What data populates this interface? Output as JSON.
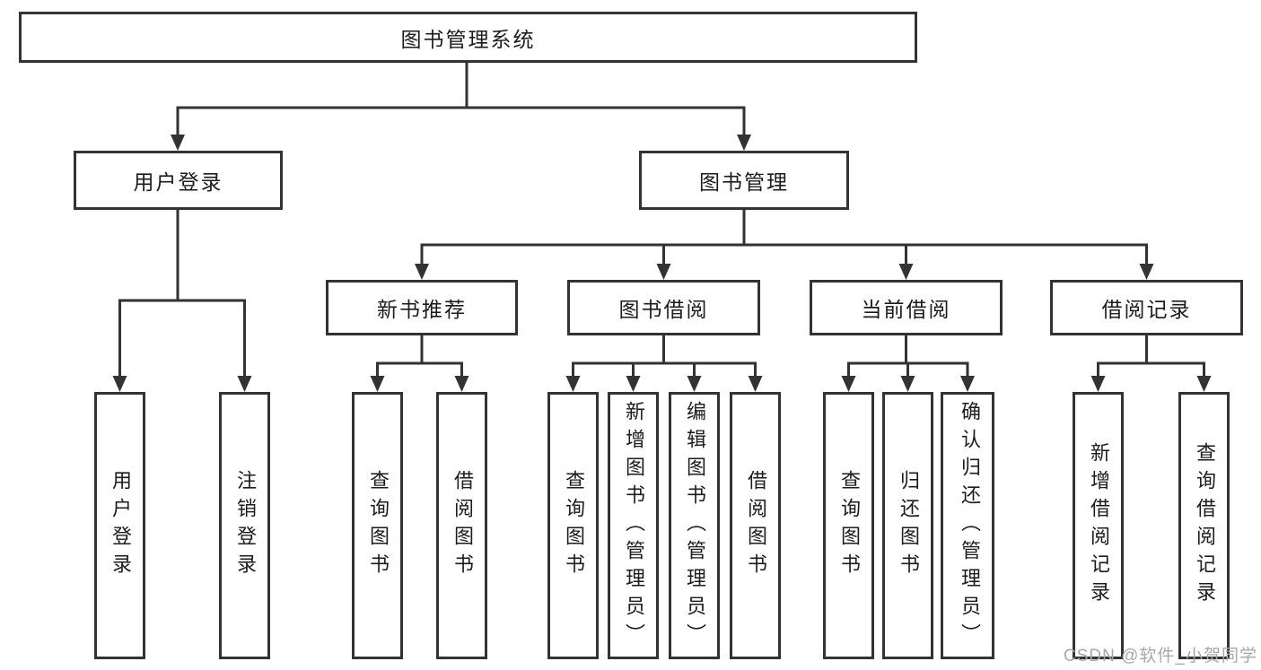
{
  "diagram": {
    "root": "图书管理系统",
    "level2": {
      "login": "用户登录",
      "management": "图书管理"
    },
    "level3": [
      "新书推荐",
      "图书借阅",
      "当前借阅",
      "借阅记录"
    ],
    "leaves": {
      "login": [
        "用户登录",
        "注销登录"
      ],
      "recommend": [
        "查询图书",
        "借阅图书"
      ],
      "borrow": [
        "查询图书",
        "新增图书（管理员）",
        "编辑图书（管理员）",
        "借阅图书"
      ],
      "current": [
        "查询图书",
        "归还图书",
        "确认归还（管理员）"
      ],
      "records": [
        "新增借阅记录",
        "查询借阅记录"
      ]
    },
    "watermark": "CSDN @软件_小贺同学",
    "colors": {
      "line": "#333333",
      "box_border": "#333333",
      "box_fill": "#ffffff",
      "text": "#1c1c1c",
      "watermark": "#a8a8a8"
    }
  }
}
